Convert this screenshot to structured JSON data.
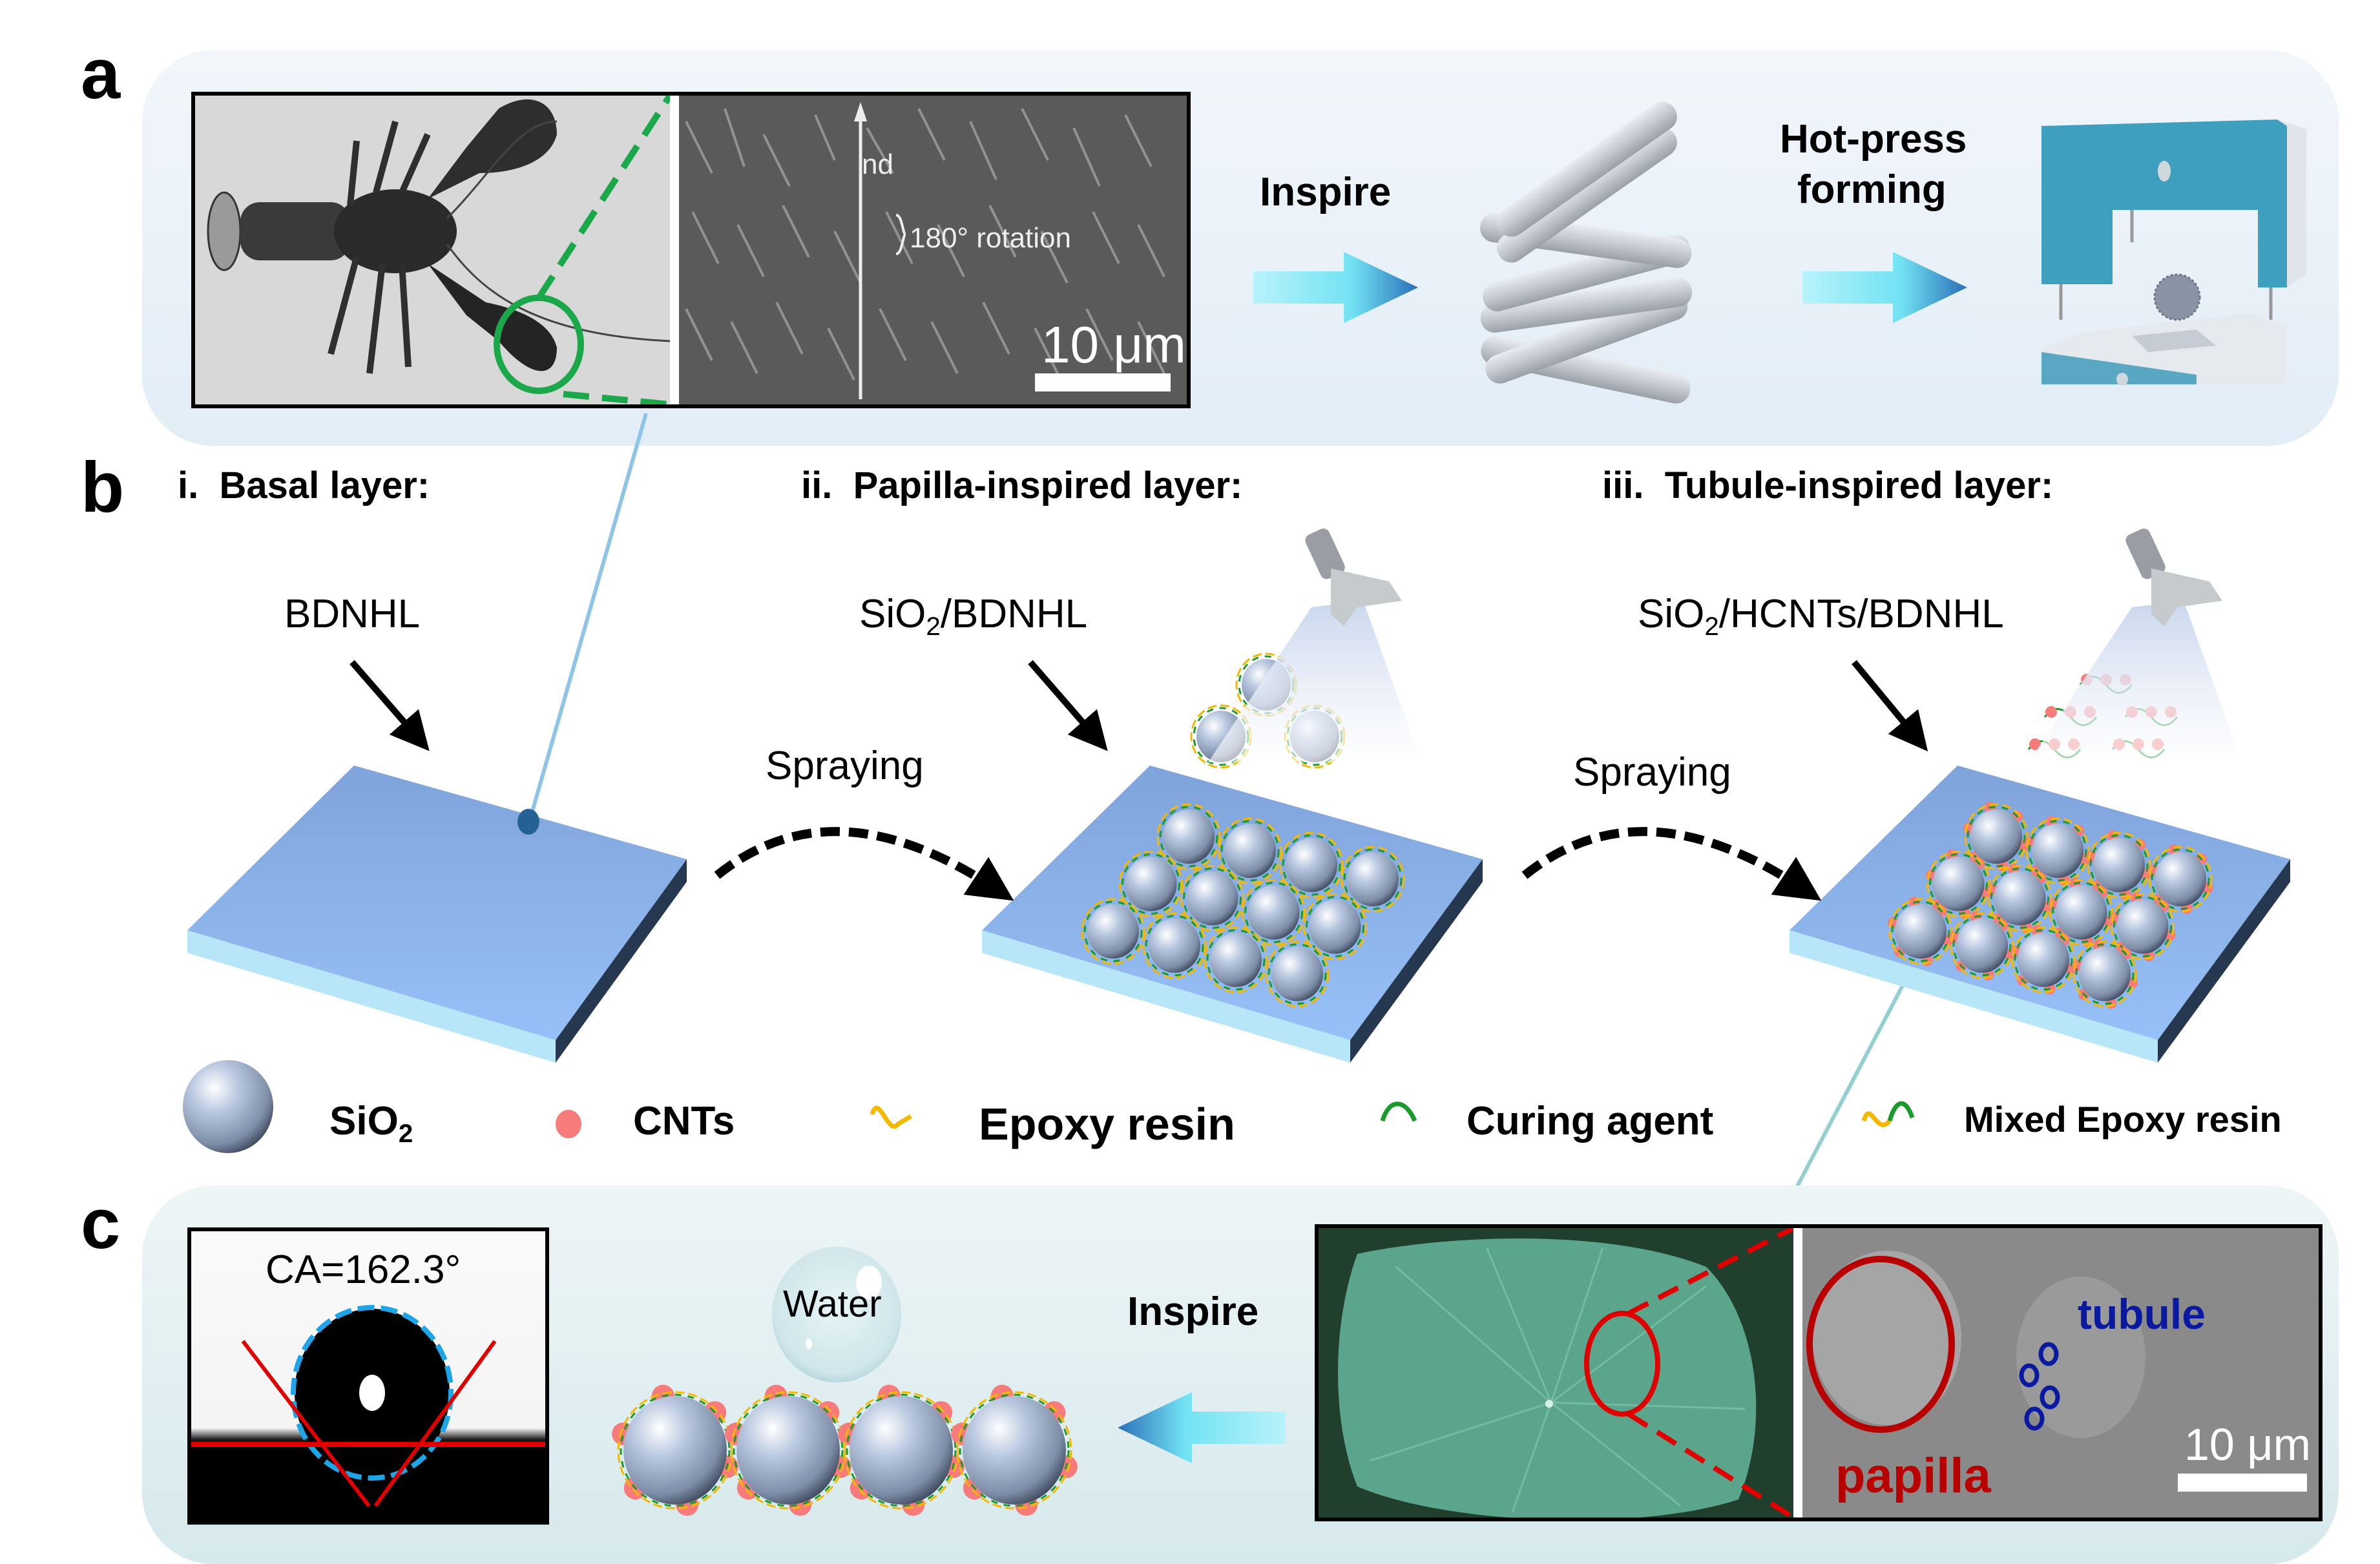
{
  "panels": {
    "a": {
      "label": "a",
      "sem_scale_bar": "10 μm",
      "sem_annotations": [
        "nd",
        "180° rotation"
      ],
      "arrow1_label": "Inspire",
      "arrow2_label_line1": "Hot-press",
      "arrow2_label_line2": "forming"
    },
    "b": {
      "label": "b",
      "headers": [
        {
          "numeral": "i.",
          "title": "Basal layer:"
        },
        {
          "numeral": "ii.",
          "title": "Papilla-inspired layer:"
        },
        {
          "numeral": "iii.",
          "title": "Tubule-inspired layer:"
        }
      ],
      "materials": [
        {
          "pre": "BDNHL",
          "sub": "",
          "post": ""
        },
        {
          "pre": "SiO",
          "sub": "2",
          "post": "/BDNHL"
        },
        {
          "pre": "SiO",
          "sub": "2",
          "post": "/HCNTs/BDNHL"
        }
      ],
      "process_labels": [
        "Spraying",
        "Spraying"
      ],
      "legend": [
        {
          "icon": "sio2-sphere-icon",
          "pre": "SiO",
          "sub": "2"
        },
        {
          "icon": "cnt-dot-icon",
          "pre": "CNTs",
          "sub": ""
        },
        {
          "icon": "epoxy-wave-icon",
          "pre": "Epoxy resin",
          "sub": ""
        },
        {
          "icon": "curing-agent-icon",
          "pre": "Curing agent",
          "sub": ""
        },
        {
          "icon": "mixed-epoxy-icon",
          "pre": "Mixed Epoxy resin",
          "sub": ""
        }
      ]
    },
    "c": {
      "label": "c",
      "contact_angle": "CA=162.3°",
      "droplet_label": "Water",
      "arrow_label": "Inspire",
      "sem_labels": {
        "papilla": "papilla",
        "tubule": "tubule",
        "scale": "10 μm"
      }
    }
  },
  "colors": {
    "sio2": "#a9b8cf",
    "cnt": "#f77b7b",
    "epoxy": "#f5b800",
    "curing": "#1a9a2a",
    "layer_top": "#8fb5ec",
    "layer_side": "#b6e6f8",
    "layer_edge": "#26384f",
    "green_dash": "#1aa84a",
    "red_annot": "#e00000",
    "tubule_blue": "#0a1aa0",
    "papilla_red": "#b80000",
    "mold_blue": "#3f9fbe"
  }
}
